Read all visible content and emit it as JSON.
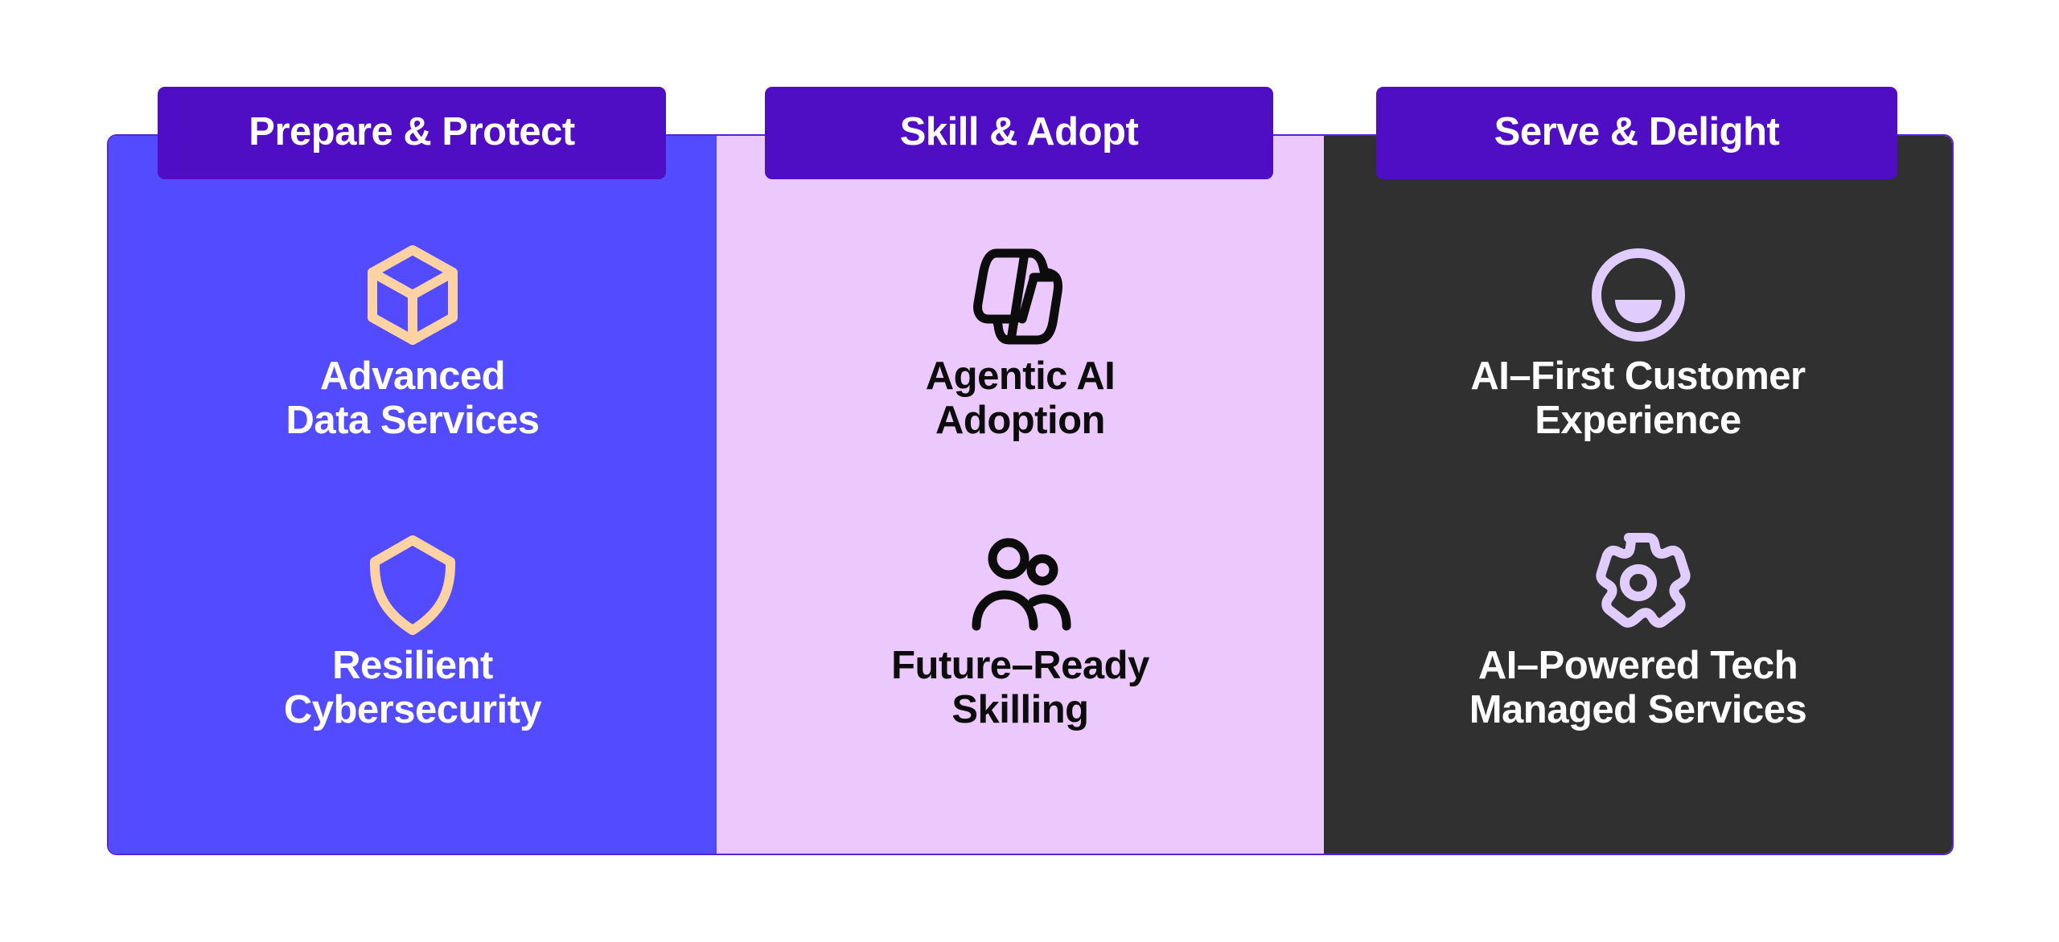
{
  "colors": {
    "header_bg": "#4f0dc4",
    "column_1_bg": "#534bff",
    "column_2_bg": "#ecc9fd",
    "column_3_bg": "#303030",
    "column_1_icon": "#ffd2a4",
    "column_2_icon": "#0c0c0c",
    "column_3_icon": "#e0ccff"
  },
  "columns": [
    {
      "header": "Prepare & Protect",
      "items": [
        {
          "icon": "cube-icon",
          "lines": [
            "Advanced",
            "Data Services"
          ]
        },
        {
          "icon": "shield-icon",
          "lines": [
            "Resilient",
            "Cybersecurity"
          ]
        }
      ]
    },
    {
      "header": "Skill & Adopt",
      "items": [
        {
          "icon": "copilot-icon",
          "lines": [
            "Agentic AI",
            "Adoption"
          ]
        },
        {
          "icon": "people-icon",
          "lines": [
            "Future–Ready",
            "Skilling"
          ]
        }
      ]
    },
    {
      "header": "Serve & Delight",
      "items": [
        {
          "icon": "smiley-icon",
          "lines": [
            "AI–First Customer",
            "Experience"
          ]
        },
        {
          "icon": "gear-icon",
          "lines": [
            "AI–Powered Tech",
            "Managed Services"
          ]
        }
      ]
    }
  ]
}
